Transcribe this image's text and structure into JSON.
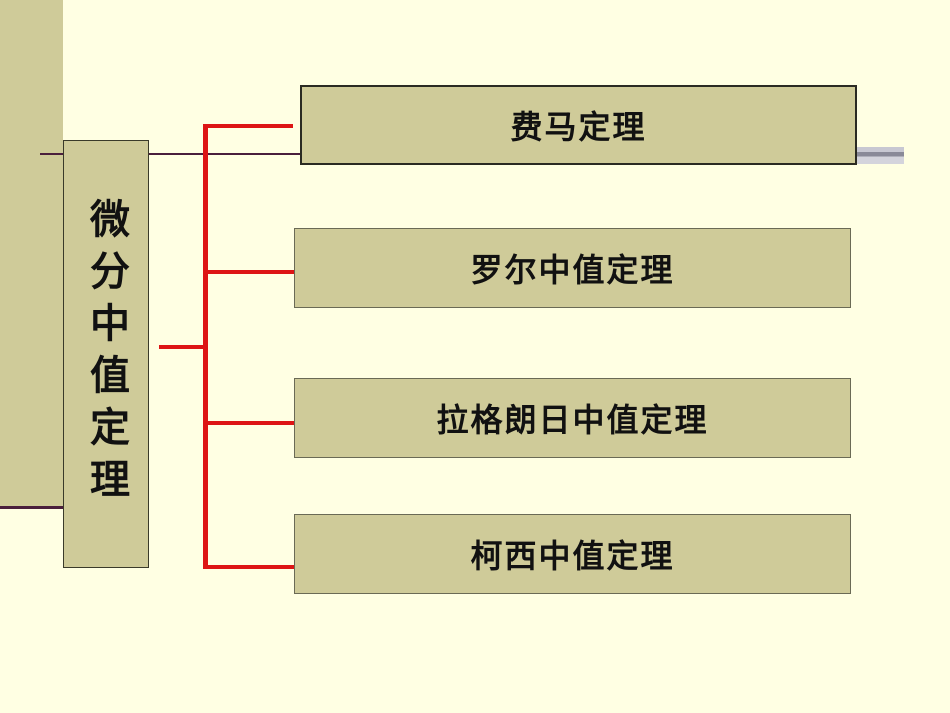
{
  "diagram": {
    "root": {
      "label": "微分中值定理"
    },
    "children": [
      {
        "label": "费马定理"
      },
      {
        "label": "罗尔中值定理"
      },
      {
        "label": "拉格朗日中值定理"
      },
      {
        "label": "柯西中值定理"
      }
    ],
    "colors": {
      "background": "#ffffe3",
      "box_fill": "#cfcb99",
      "connector": "#dd1515",
      "accent_rule": "#4a1f3c"
    }
  }
}
